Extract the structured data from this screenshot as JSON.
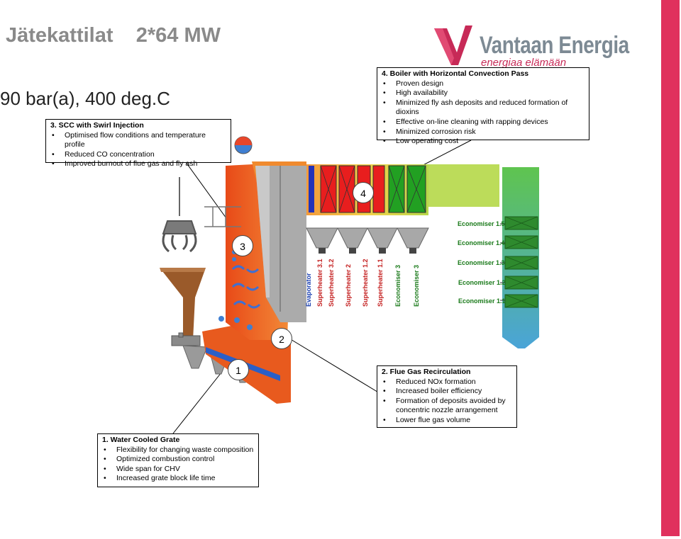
{
  "title": "Jätekattilat    2*64 MW",
  "subtitle": "90 bar(a), 400 deg.C",
  "logo": {
    "brand": "Vantaan Energia",
    "tagline": "energiaa elämään"
  },
  "colors": {
    "accent_band": "#e0315d",
    "brand_red": "#c72a57",
    "furnace_orange": "#ee6a22",
    "econ_green": "#4caa3c"
  },
  "callouts": {
    "scc": {
      "heading": "3.  SCC with Swirl Injection",
      "items": [
        "Optimised flow conditions and temperature profile",
        "Reduced CO concentration",
        "Improved burnout of flue gas and fly ash"
      ]
    },
    "boiler": {
      "heading": "4.  Boiler with Horizontal Convection Pass",
      "items": [
        "Proven design",
        "High availability",
        "Minimized fly ash deposits and reduced formation of dioxins",
        "Effective on-line cleaning with rapping devices",
        "Minimized corrosion risk",
        "Low operating cost"
      ]
    },
    "fgr": {
      "heading": "2.  Flue Gas Recirculation",
      "items": [
        "Reduced NOx formation",
        "Increased boiler efficiency",
        "Formation of deposits avoided by concentric nozzle arrangement",
        "Lower flue gas volume"
      ]
    },
    "grate": {
      "heading": "1.  Water Cooled Grate",
      "items": [
        "Flexibility for changing waste composition",
        "Optimized combustion control",
        "Wide span for CHV",
        "Increased grate block life time"
      ]
    }
  },
  "markers": [
    "1",
    "2",
    "3",
    "4"
  ],
  "section_labels": [
    {
      "text": "Evaporator",
      "color": "#1a3fb0"
    },
    {
      "text": "Superheater 3.1",
      "color": "#c41f1f"
    },
    {
      "text": "Superheater 3.2",
      "color": "#c41f1f"
    },
    {
      "text": "Superheater 2",
      "color": "#c41f1f"
    },
    {
      "text": "Superheater 1.2",
      "color": "#c41f1f"
    },
    {
      "text": "Superheater 1.1",
      "color": "#c41f1f"
    },
    {
      "text": "Economiser 3",
      "color": "#1a7a1a"
    },
    {
      "text": "Economiser 3",
      "color": "#1a7a1a"
    }
  ],
  "economisers": [
    "Economiser 1.5",
    "Economiser 1.4",
    "Economiser 1.3",
    "Economiser 1.2",
    "Economiser 1.1"
  ]
}
